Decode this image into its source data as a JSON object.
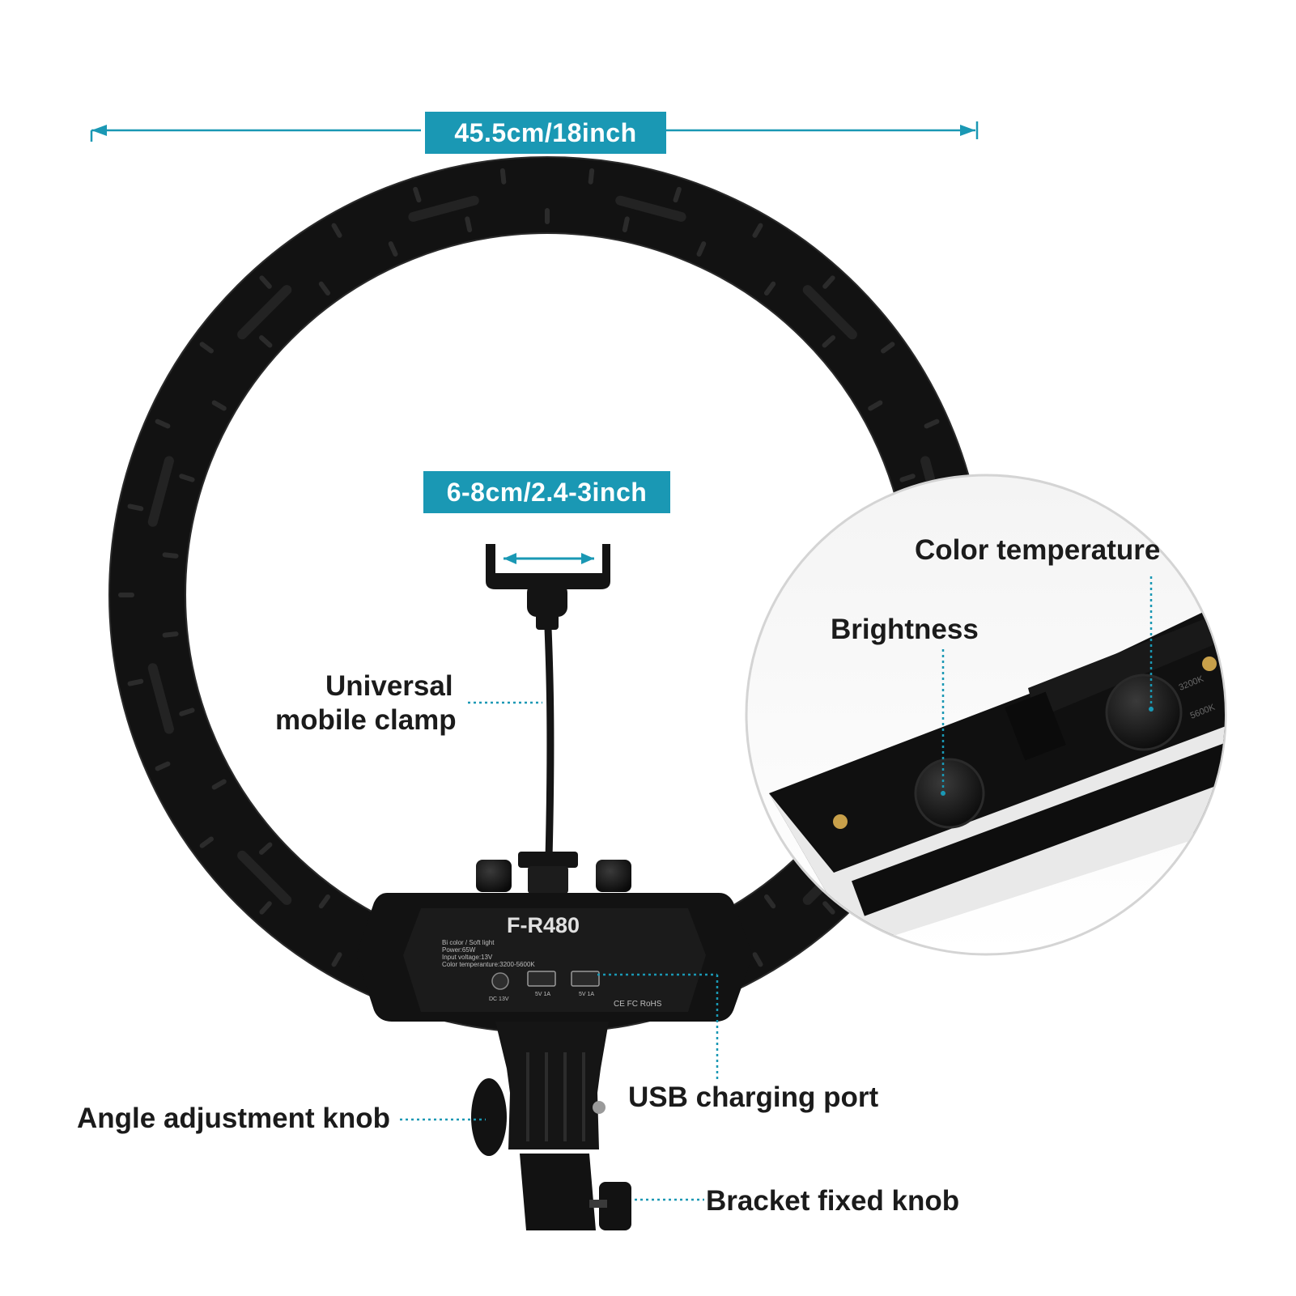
{
  "dimensions": {
    "width_label": "45.5cm/18inch",
    "clamp_label": "6-8cm/2.4-3inch"
  },
  "callouts": {
    "clamp_line1": "Universal",
    "clamp_line2": "mobile clamp",
    "color_temperature": "Color temperature",
    "brightness": "Brightness",
    "usb_port": "USB charging port",
    "angle_knob": "Angle adjustment knob",
    "bracket_knob": "Bracket fixed knob"
  },
  "control_box": {
    "model": "F-R480",
    "spec_line1": "Bi color / Soft light",
    "spec_line2": "Power:65W",
    "spec_line3": "Input voltage:13V",
    "spec_line4": "Color temperanture:3200-5600K",
    "dc_label": "DC 13V",
    "usb1_label": "5V 1A",
    "usb2_label": "5V 1A",
    "certifications": "CE FC RoHS"
  },
  "zoom_panel": {
    "temp_low": "3200K",
    "temp_high": "5600K"
  },
  "colors": {
    "accent": "#1a98b4",
    "device": "#121212",
    "text": "#1b1b1b"
  },
  "icons": [
    "dimension-arrow-icon",
    "dc-power-jack-icon",
    "usb-port-icon",
    "certification-marks-icon"
  ]
}
